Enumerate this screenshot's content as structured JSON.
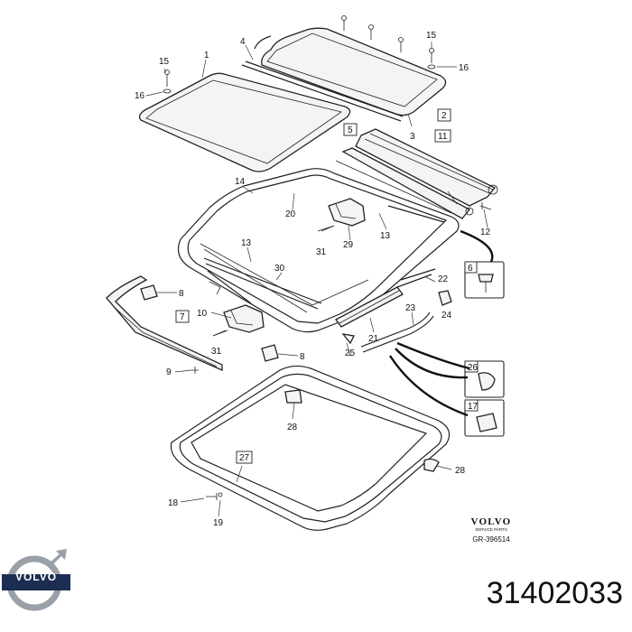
{
  "callouts": {
    "c1": "1",
    "c2": "2",
    "c3": "3",
    "c4": "4",
    "c5": "5",
    "c6": "6",
    "c7": "7",
    "c8a": "8",
    "c8b": "8",
    "c9": "9",
    "c10": "10",
    "c11": "11",
    "c12": "12",
    "c13a": "13",
    "c13b": "13",
    "c14": "14",
    "c15a": "15",
    "c15b": "15",
    "c16a": "16",
    "c16b": "16",
    "c17": "17",
    "c18": "18",
    "c19": "19",
    "c20": "20",
    "c21": "21",
    "c22": "22",
    "c23": "23",
    "c24": "24",
    "c25": "25",
    "c26": "26",
    "c27": "27",
    "c28a": "28",
    "c28b": "28",
    "c29": "29",
    "c30": "30",
    "c31a": "31",
    "c31b": "31"
  },
  "brand": {
    "wordmark": "VOLVO",
    "subtitle": "SERVICE PARTS",
    "reference": "GR-396514"
  },
  "logo": {
    "text": "VOLVO",
    "color": "#1c2d52"
  },
  "part_number": "31402033"
}
